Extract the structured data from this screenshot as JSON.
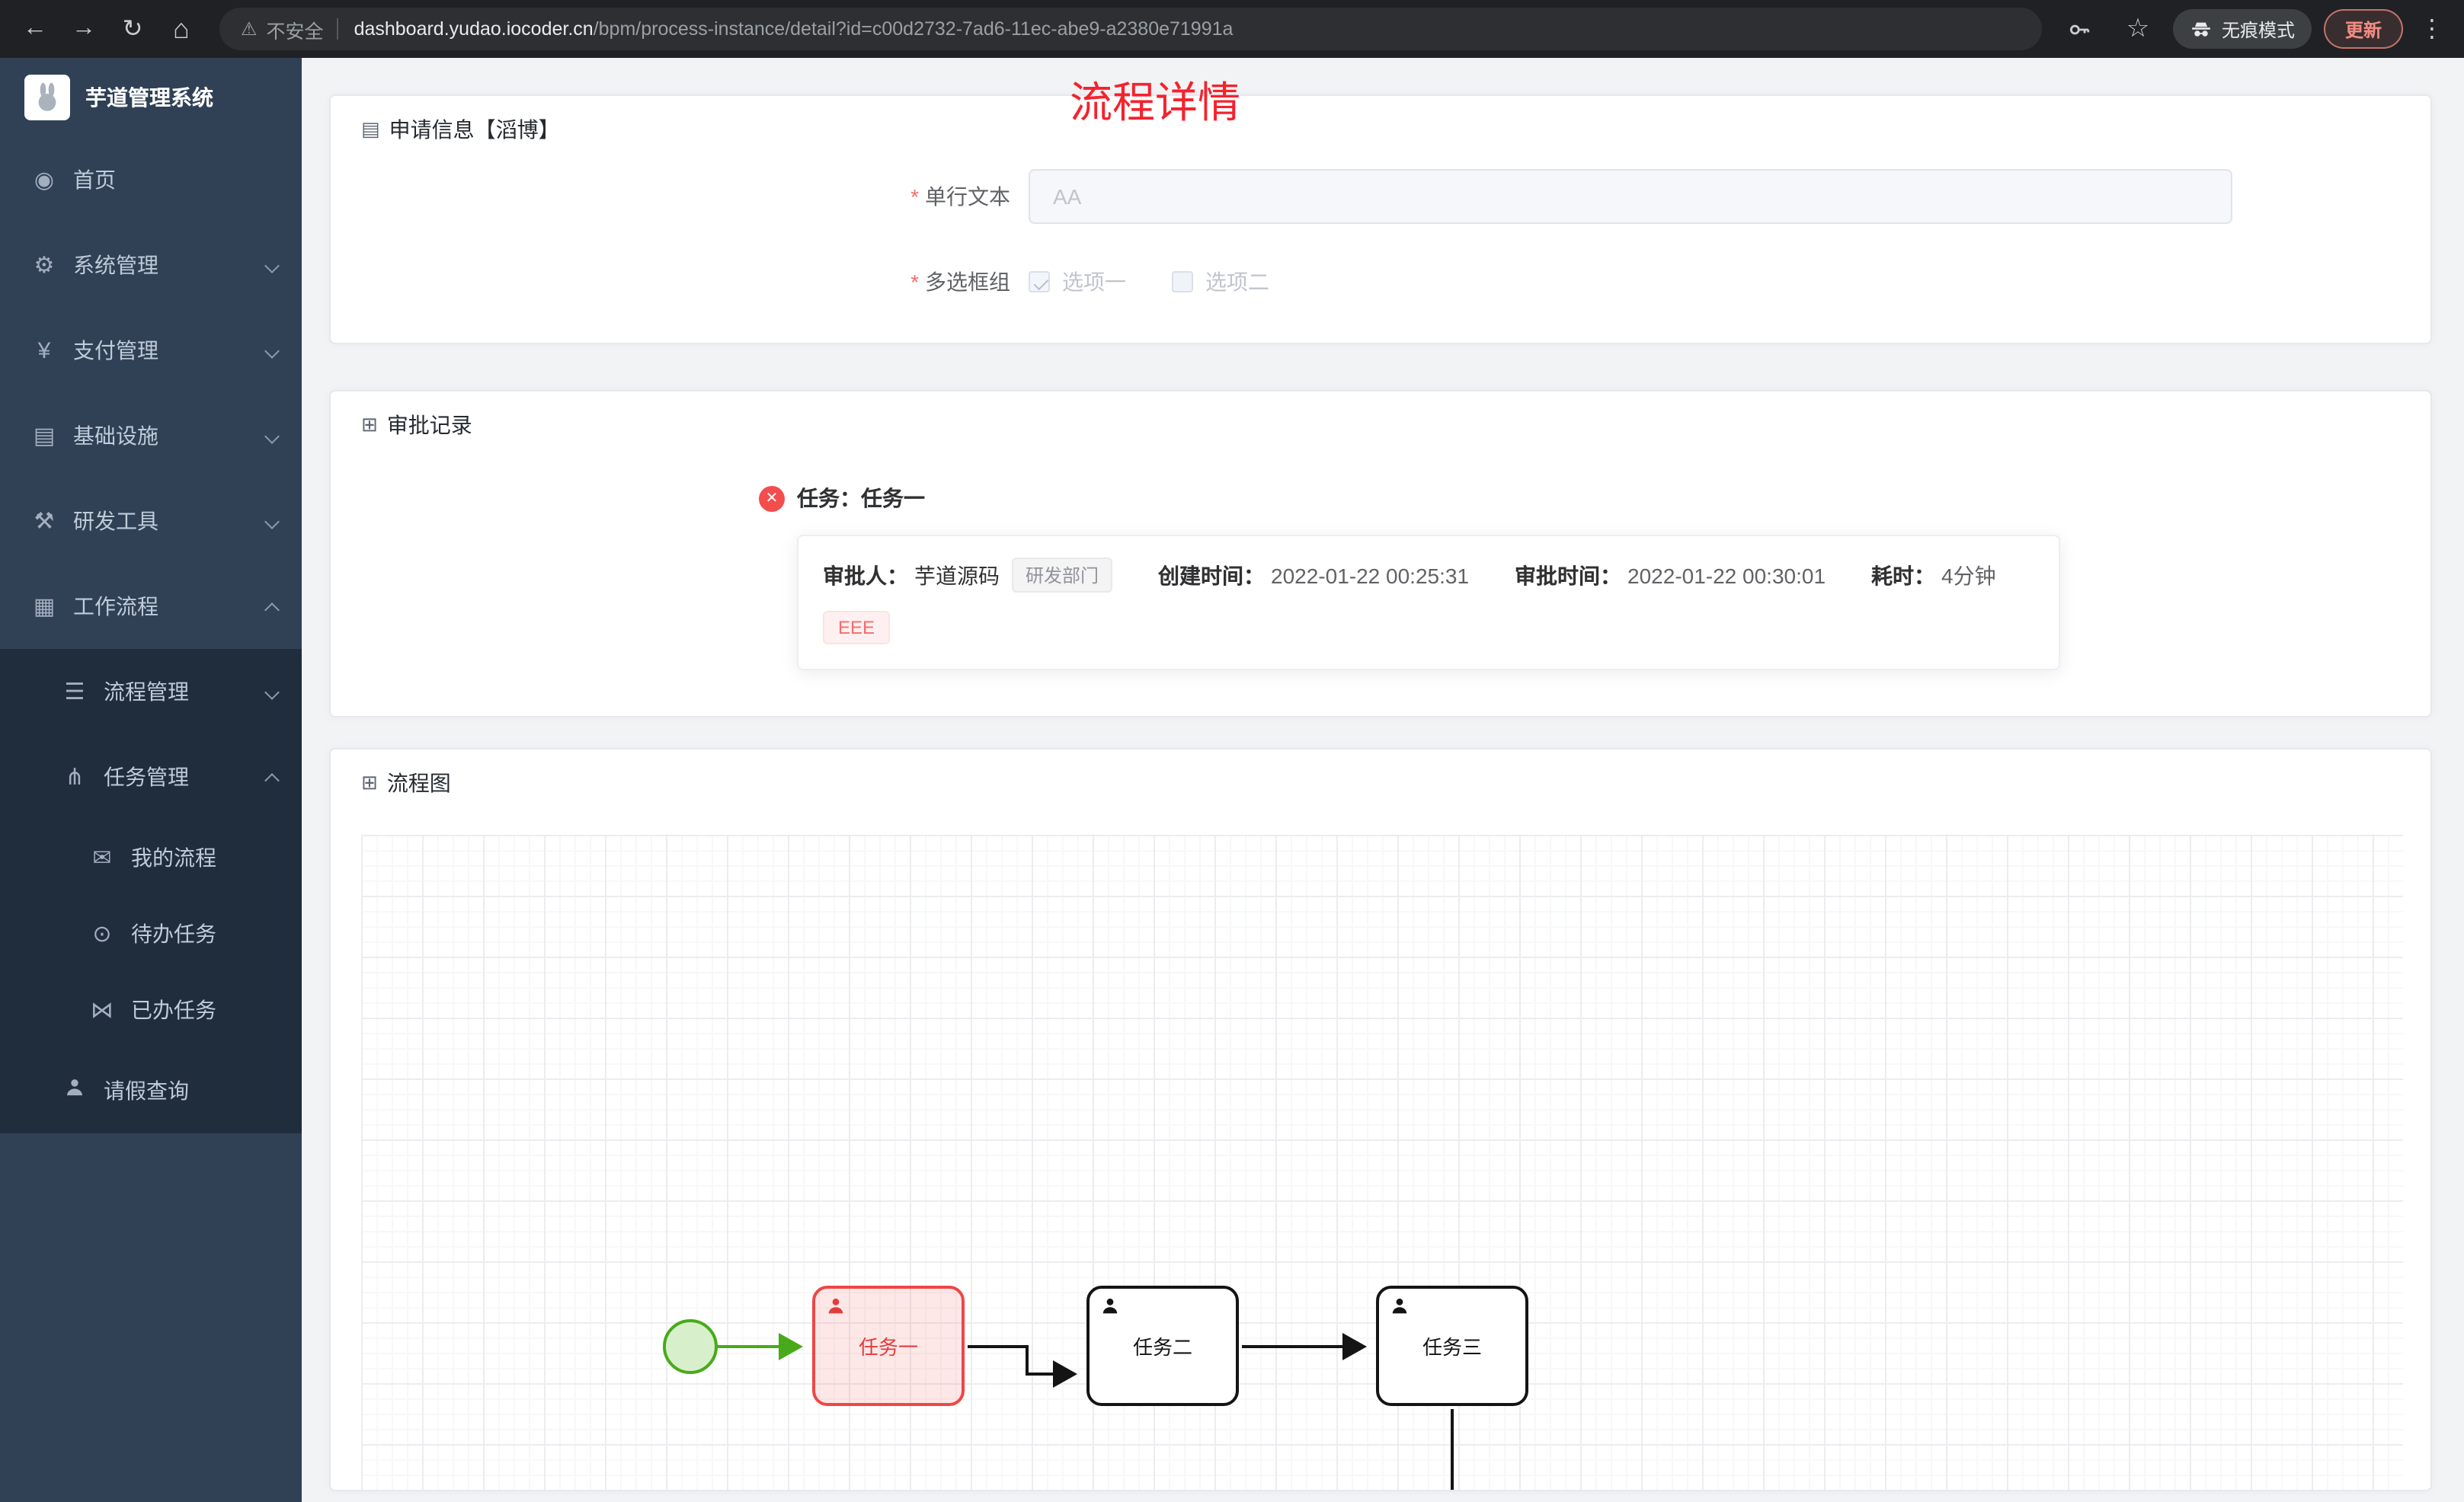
{
  "browser": {
    "security_label": "不安全",
    "url_domain": "dashboard.yudao.iocoder.cn",
    "url_path": "/bpm/process-instance/detail?id=c00d2732-7ad6-11ec-abe9-a2380e71991a",
    "incognito_label": "无痕模式",
    "update_label": "更新"
  },
  "sidebar": {
    "app_title": "芋道管理系统",
    "items": [
      {
        "label": "首页",
        "icon": "◉",
        "level": 1
      },
      {
        "label": "系统管理",
        "icon": "⚙",
        "level": 1,
        "expanded": false
      },
      {
        "label": "支付管理",
        "icon": "¥",
        "level": 1,
        "expanded": false
      },
      {
        "label": "基础设施",
        "icon": "▤",
        "level": 1,
        "expanded": false
      },
      {
        "label": "研发工具",
        "icon": "⚒",
        "level": 1,
        "expanded": false
      },
      {
        "label": "工作流程",
        "icon": "▦",
        "level": 1,
        "expanded": true
      },
      {
        "label": "流程管理",
        "icon": "☰",
        "level": 2,
        "expanded": false
      },
      {
        "label": "任务管理",
        "icon": "⋔",
        "level": 2,
        "expanded": true
      },
      {
        "label": "我的流程",
        "icon": "✉",
        "level": 3
      },
      {
        "label": "待办任务",
        "icon": "⊙",
        "level": 3
      },
      {
        "label": "已办任务",
        "icon": "⋈",
        "level": 3
      },
      {
        "label": "请假查询",
        "icon": "user",
        "level": 2
      }
    ]
  },
  "page": {
    "title": "流程详情"
  },
  "apply_card": {
    "icon": "▤",
    "header": "申请信息【滔博】",
    "field1": {
      "label": "单行文本",
      "required": true,
      "value": "AA",
      "disabled": true
    },
    "field2": {
      "label": "多选框组",
      "required": true,
      "disabled": true,
      "option1": "选项一",
      "option1_checked": true,
      "option2": "选项二",
      "option2_checked": false
    }
  },
  "record_card": {
    "icon": "⊞",
    "header": "审批记录",
    "task_title": "任务：任务一",
    "status": "rejected",
    "approver_label": "审批人：",
    "approver_name": "芋道源码",
    "dept_tag": "研发部门",
    "created_label": "创建时间：",
    "created_time": "2022-01-22 00:25:31",
    "approved_label": "审批时间：",
    "approved_time": "2022-01-22 00:30:01",
    "duration_label": "耗时：",
    "duration_value": "4分钟",
    "comment_tag": "EEE"
  },
  "diagram_card": {
    "icon": "⊞",
    "header": "流程图",
    "task1": "任务一",
    "task2": "任务二",
    "task3": "任务三",
    "task1_status": "current-highlighted-red",
    "start_event_status": "completed-green"
  },
  "colors": {
    "title-red": "#f5222d",
    "accent-red": "#f56c6c",
    "task-red": "#f04646",
    "start-green": "#49aa19",
    "sidebar-bg": "#304156",
    "sidebar-sub-bg": "#1f2d3d",
    "chip-red": "#f28b82"
  }
}
